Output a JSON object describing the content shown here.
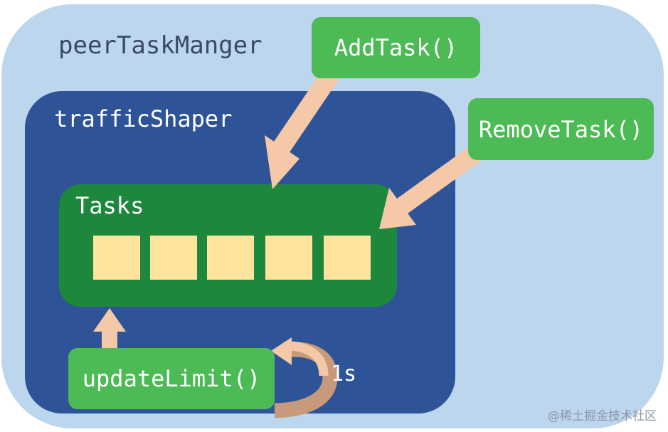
{
  "manager": {
    "title": "peerTaskManger"
  },
  "shaper": {
    "title": "trafficShaper"
  },
  "tasks": {
    "title": "Tasks",
    "slots": 5
  },
  "buttons": {
    "add": "AddTask()",
    "remove": "RemoveTask()",
    "update": "updateLimit()"
  },
  "loop": {
    "interval": "1s"
  },
  "watermark": "@稀土掘金技术社区",
  "colors": {
    "outer": "#bcd6ee",
    "shaper": "#2e5497",
    "tasks": "#1d873c",
    "button": "#4cba55",
    "slot": "#fde39b",
    "arrow": "#f5c9a7"
  }
}
